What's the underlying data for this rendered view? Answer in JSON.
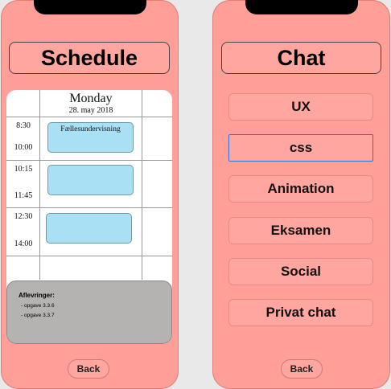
{
  "schedule_screen": {
    "title": "Schedule",
    "day": "Monday",
    "date": "28. may 2018",
    "slots": [
      {
        "start": "8:30",
        "end": "10:00",
        "event": "Fællesundervisning"
      },
      {
        "start": "10:15",
        "end": "11:45",
        "event": ""
      },
      {
        "start": "12:30",
        "end": "14:00",
        "event": ""
      }
    ],
    "notes": {
      "title": "Aflevringer:",
      "items": [
        "- opgave 3.3.6",
        "- opgave 3.3.7"
      ]
    },
    "back_label": "Back"
  },
  "chat_screen": {
    "title": "Chat",
    "channels": [
      "UX",
      "css",
      "Animation",
      "Eksamen",
      "Social",
      "Privat chat"
    ],
    "selected_channel": "css",
    "back_label": "Back"
  },
  "colors": {
    "phone_bg": "#ff9f98",
    "event_bg": "#a9e0f4",
    "notes_bg": "#b5b3b2",
    "focus_border": "#2f6fd1"
  }
}
